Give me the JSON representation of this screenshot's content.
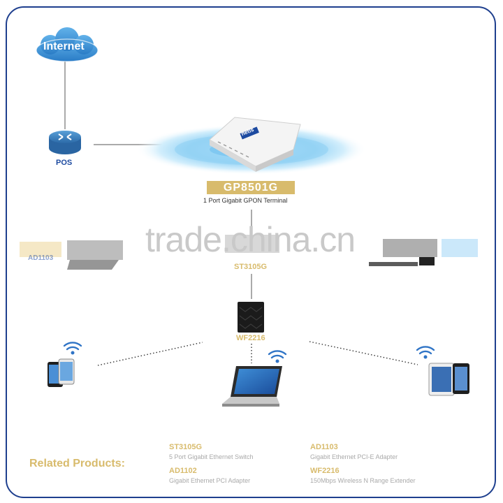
{
  "diagram": {
    "internet_label": "Internet",
    "router_label": "POS",
    "gpon_name": "GP8501G",
    "gpon_desc": "1 Port Gigabit GPON Terminal",
    "device_brand": "netis",
    "watermark": "trade.china.cn",
    "switch_name": "ST3105G",
    "wireless_name": "WF2216",
    "adapter_partial": "AD1103"
  },
  "related": {
    "heading": "Related Products:",
    "products": [
      {
        "name": "ST3105G",
        "desc": "5 Port Gigabit Ethernet Switch"
      },
      {
        "name": "AD1102",
        "desc": "Gigabit Ethernet PCI Adapter"
      },
      {
        "name": "AD1103",
        "desc": "Gigabit Ethernet PCI-E Adapter"
      },
      {
        "name": "WF2216",
        "desc": "150Mbps Wireless N Range Extender"
      }
    ]
  },
  "colors": {
    "frame": "#1e3f8e",
    "gold": "#d8bb6c",
    "brand_blue": "#1d4aa0",
    "cloud": "#3a8fd4"
  }
}
